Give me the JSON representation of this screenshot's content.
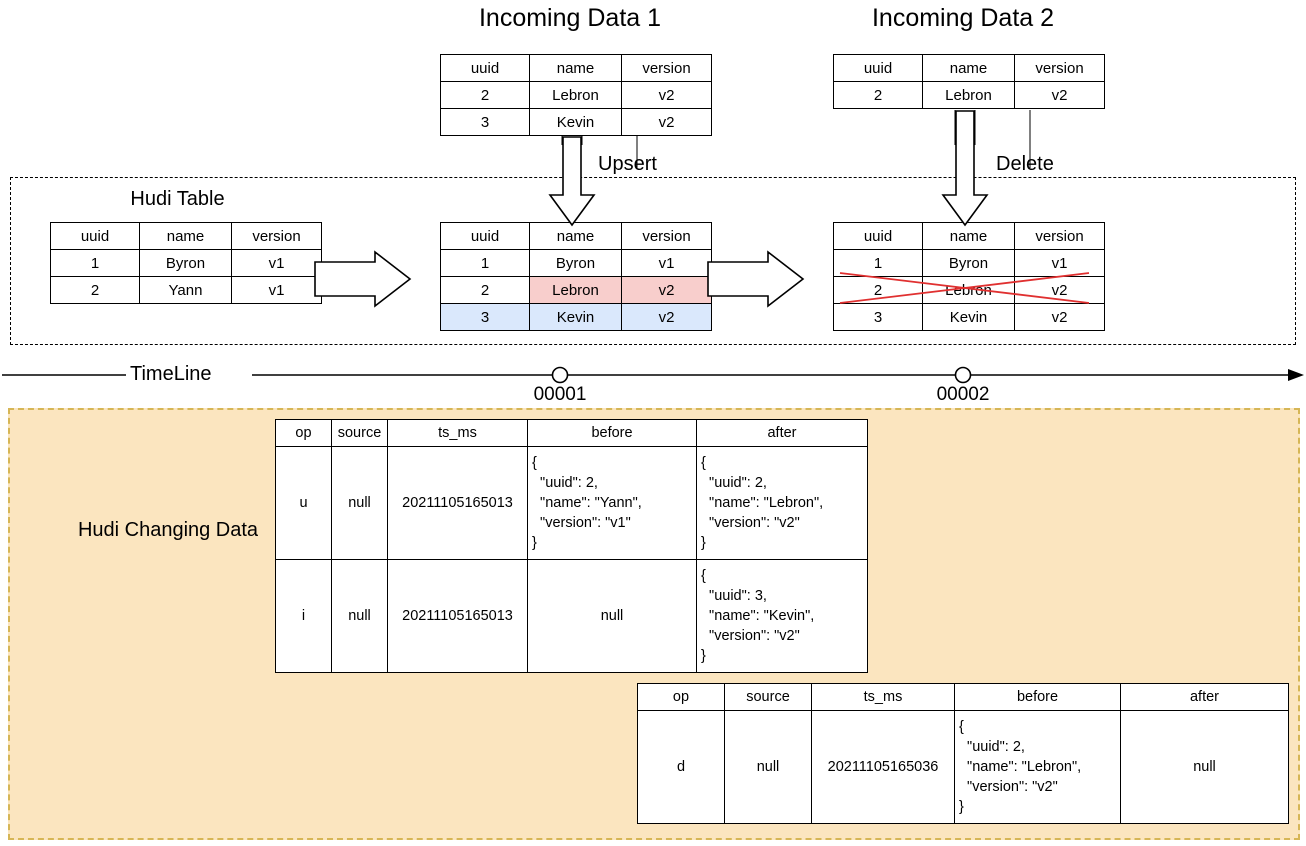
{
  "titles": {
    "incoming1": "Incoming Data 1",
    "incoming2": "Incoming Data 2",
    "hudi_table": "Hudi Table",
    "timeline": "TimeLine",
    "changing_data": "Hudi Changing Data"
  },
  "operations": {
    "upsert": "Upsert",
    "delete": "Delete"
  },
  "timeline": {
    "commits": [
      "00001",
      "00002"
    ]
  },
  "columns": [
    "uuid",
    "name",
    "version"
  ],
  "tables": {
    "incoming1": {
      "headers": [
        "uuid",
        "name",
        "version"
      ],
      "rows": [
        [
          "2",
          "Lebron",
          "v2"
        ],
        [
          "3",
          "Kevin",
          "v2"
        ]
      ]
    },
    "incoming2": {
      "headers": [
        "uuid",
        "name",
        "version"
      ],
      "rows": [
        [
          "2",
          "Lebron",
          "v2"
        ]
      ]
    },
    "hudi_before": {
      "headers": [
        "uuid",
        "name",
        "version"
      ],
      "rows": [
        [
          "1",
          "Byron",
          "v1"
        ],
        [
          "2",
          "Yann",
          "v1"
        ]
      ]
    },
    "hudi_after_upsert": {
      "headers": [
        "uuid",
        "name",
        "version"
      ],
      "rows": [
        [
          "1",
          "Byron",
          "v1"
        ],
        [
          "2",
          "Lebron",
          "v2"
        ],
        [
          "3",
          "Kevin",
          "v2"
        ]
      ]
    },
    "hudi_after_delete": {
      "headers": [
        "uuid",
        "name",
        "version"
      ],
      "rows": [
        [
          "1",
          "Byron",
          "v1"
        ],
        [
          "2",
          "Lebron",
          "v2"
        ],
        [
          "3",
          "Kevin",
          "v2"
        ]
      ]
    }
  },
  "cdc": {
    "headers": [
      "op",
      "source",
      "ts_ms",
      "before",
      "after"
    ],
    "commit1_rows": [
      {
        "op": "u",
        "source": "null",
        "ts_ms": "20211105165013",
        "before": "{\n  \"uuid\": 2,\n  \"name\": \"Yann\",\n  \"version\": \"v1\"\n}",
        "after": "{\n  \"uuid\": 2,\n  \"name\": \"Lebron\",\n  \"version\": \"v2\"\n}"
      },
      {
        "op": "i",
        "source": "null",
        "ts_ms": "20211105165013",
        "before": "null",
        "after": "{\n  \"uuid\": 3,\n  \"name\": \"Kevin\",\n  \"version\": \"v2\"\n}"
      }
    ],
    "commit2_rows": [
      {
        "op": "d",
        "source": "null",
        "ts_ms": "20211105165036",
        "before": "{\n  \"uuid\": 2,\n  \"name\": \"Lebron\",\n  \"version\": \"v2\"\n}",
        "after": "null"
      }
    ]
  },
  "colors": {
    "updated_row": "#f8cecc",
    "inserted_row": "#dae8fc",
    "deleted_mark": "#e03030",
    "changing_data_bg": "#fbe5bf",
    "changing_data_border": "#d6b656",
    "outline": "#000000"
  }
}
